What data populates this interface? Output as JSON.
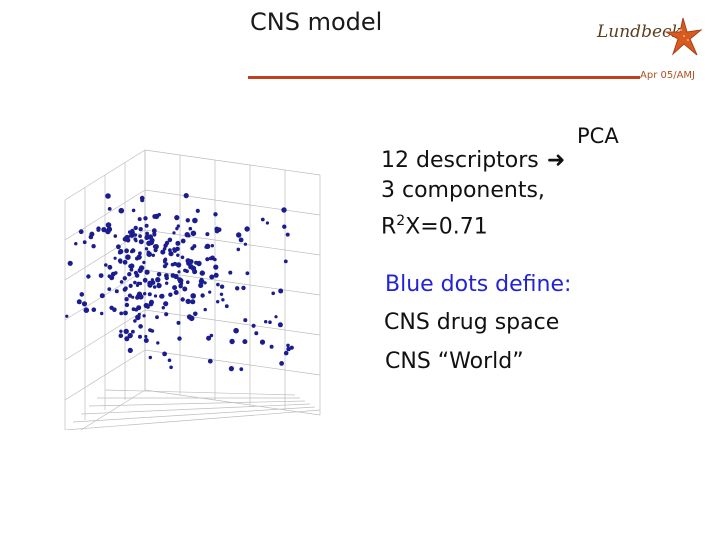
{
  "slide": {
    "title": "CNS model",
    "logo_text": "Lundbeck",
    "date_tag": "Apr 05/AMJ",
    "colors": {
      "rule": "#c0411e",
      "dots": "#1b1d8f",
      "highlight": "#2323d6"
    }
  },
  "method": {
    "label": "PCA",
    "descriptors": "12 descriptors",
    "arrow_icon": "arrow-right-icon",
    "components": "3 components,",
    "r2": {
      "prefix": "R",
      "superscript": "2",
      "suffix": "X=0.71"
    }
  },
  "legend": {
    "heading": "Blue dots define:",
    "line1": "CNS drug space",
    "line2": "CNS “World”"
  }
}
